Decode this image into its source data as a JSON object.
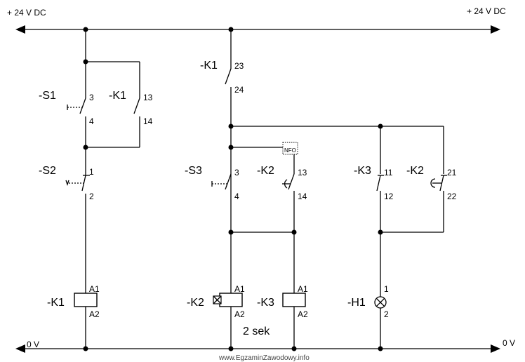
{
  "rails": {
    "top_left": "+ 24 V DC",
    "top_right": "+ 24 V DC",
    "bottom_left": "0 V",
    "bottom_right": "0 V"
  },
  "components": {
    "s1": {
      "name": "-S1",
      "pin_a": "3",
      "pin_b": "4"
    },
    "k1_contact_a": {
      "name": "-K1",
      "pin_a": "13",
      "pin_b": "14"
    },
    "s2": {
      "name": "-S2",
      "pin_a": "1",
      "pin_b": "2"
    },
    "k1_coil": {
      "name": "-K1",
      "pin_a": "A1",
      "pin_b": "A2"
    },
    "k1_contact_b": {
      "name": "-K1",
      "pin_a": "23",
      "pin_b": "24"
    },
    "s3": {
      "name": "-S3",
      "pin_a": "3",
      "pin_b": "4"
    },
    "k2_contact_a": {
      "name": "-K2",
      "pin_a": "13",
      "pin_b": "14"
    },
    "k2_coil": {
      "name": "-K2",
      "pin_a": "A1",
      "pin_b": "A2",
      "delay": "2 sek"
    },
    "k3_coil": {
      "name": "-K3",
      "pin_a": "A1",
      "pin_b": "A2"
    },
    "k3_contact": {
      "name": "-K3",
      "pin_a": "11",
      "pin_b": "12"
    },
    "k2_contact_b": {
      "name": "-K2",
      "pin_a": "21",
      "pin_b": "22"
    },
    "h1": {
      "name": "-H1",
      "pin_a": "1",
      "pin_b": "2"
    },
    "timer_box": "NFO"
  },
  "watermark": "www.EgzaminZawodowy.info"
}
